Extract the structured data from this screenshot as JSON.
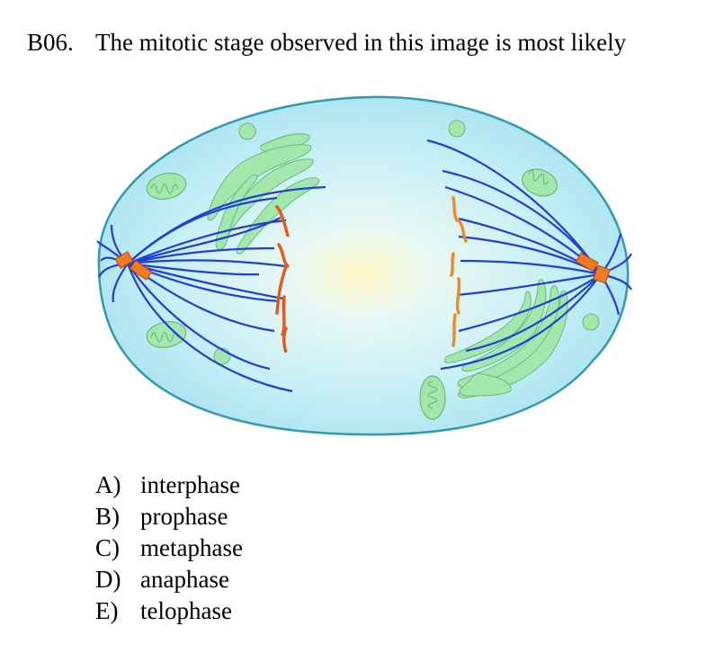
{
  "question": {
    "number": "B06.",
    "text": "The mitotic stage observed in this image is most likely"
  },
  "choices": [
    {
      "letter": "A)",
      "text": "interphase"
    },
    {
      "letter": "B)",
      "text": "prophase"
    },
    {
      "letter": "C)",
      "text": "metaphase"
    },
    {
      "letter": "D)",
      "text": "anaphase"
    },
    {
      "letter": "E)",
      "text": "telophase"
    }
  ],
  "colors": {
    "cytoplasm": "#c8f0f7",
    "membrane": "#3a9fb2",
    "spindle": "#1f3fd6",
    "chromosome": "#e8561a",
    "centrosome": "#f07a1e",
    "organelle": "#9ae6a6"
  }
}
